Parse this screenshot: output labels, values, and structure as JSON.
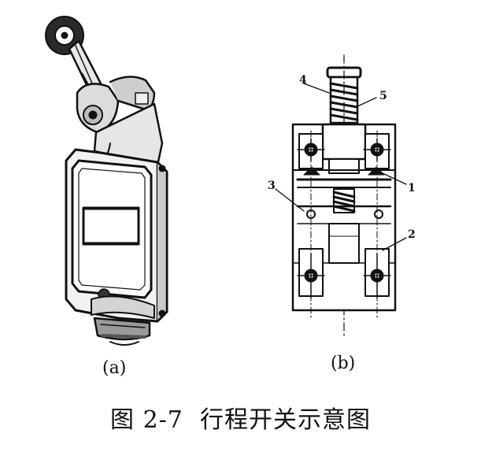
{
  "figure_a": {
    "label": "(a)"
  },
  "figure_b": {
    "label": "(b)",
    "callouts": [
      "1",
      "2",
      "3",
      "4",
      "5"
    ]
  },
  "caption": {
    "number": "图 2-7",
    "title": "行程开关示意图"
  }
}
